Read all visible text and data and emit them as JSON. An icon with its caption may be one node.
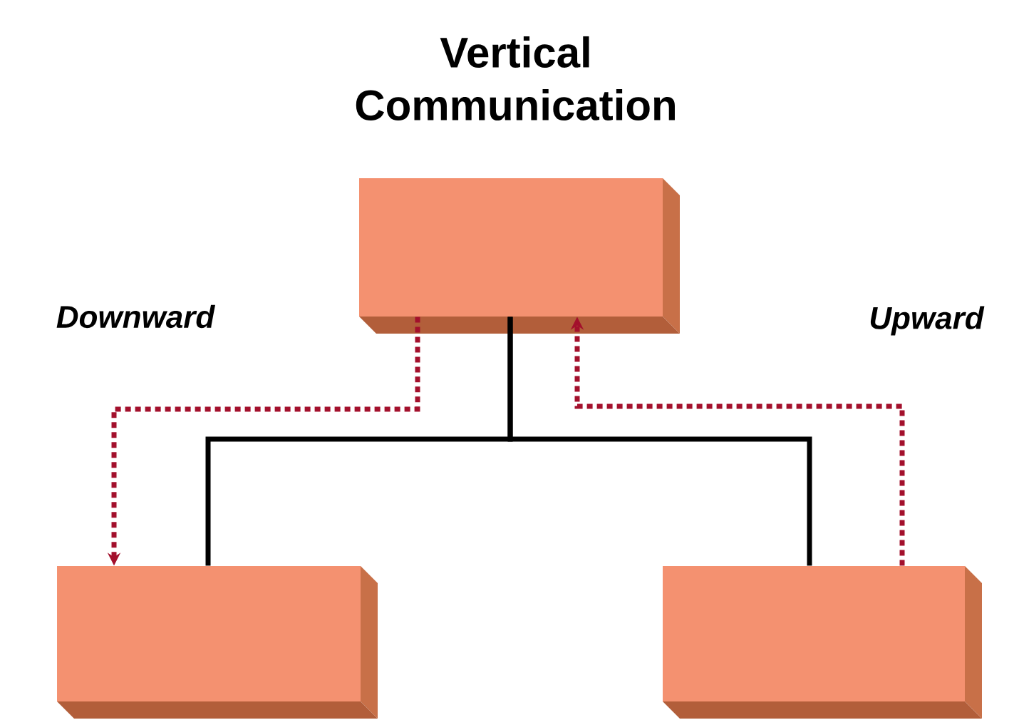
{
  "diagram": {
    "title": "Vertical Communication",
    "nodes": [
      {
        "text": [],
        "shape": "box"
      },
      {
        "text": [],
        "shape": "box"
      },
      {
        "text": [],
        "shape": "box"
      }
    ],
    "edges": [
      {
        "from": 0,
        "to": 1,
        "arrow": "none"
      },
      {
        "from": 0,
        "to": 2,
        "arrow": "none"
      },
      {
        "from": 0,
        "to": 1,
        "arrow": "to",
        "label": "Downward",
        "style": "dashed",
        "color": "#a3102c"
      },
      {
        "from": 2,
        "to": 0,
        "arrow": "to",
        "label": "Upward",
        "style": "dashed",
        "color": "#a3102c"
      }
    ]
  }
}
